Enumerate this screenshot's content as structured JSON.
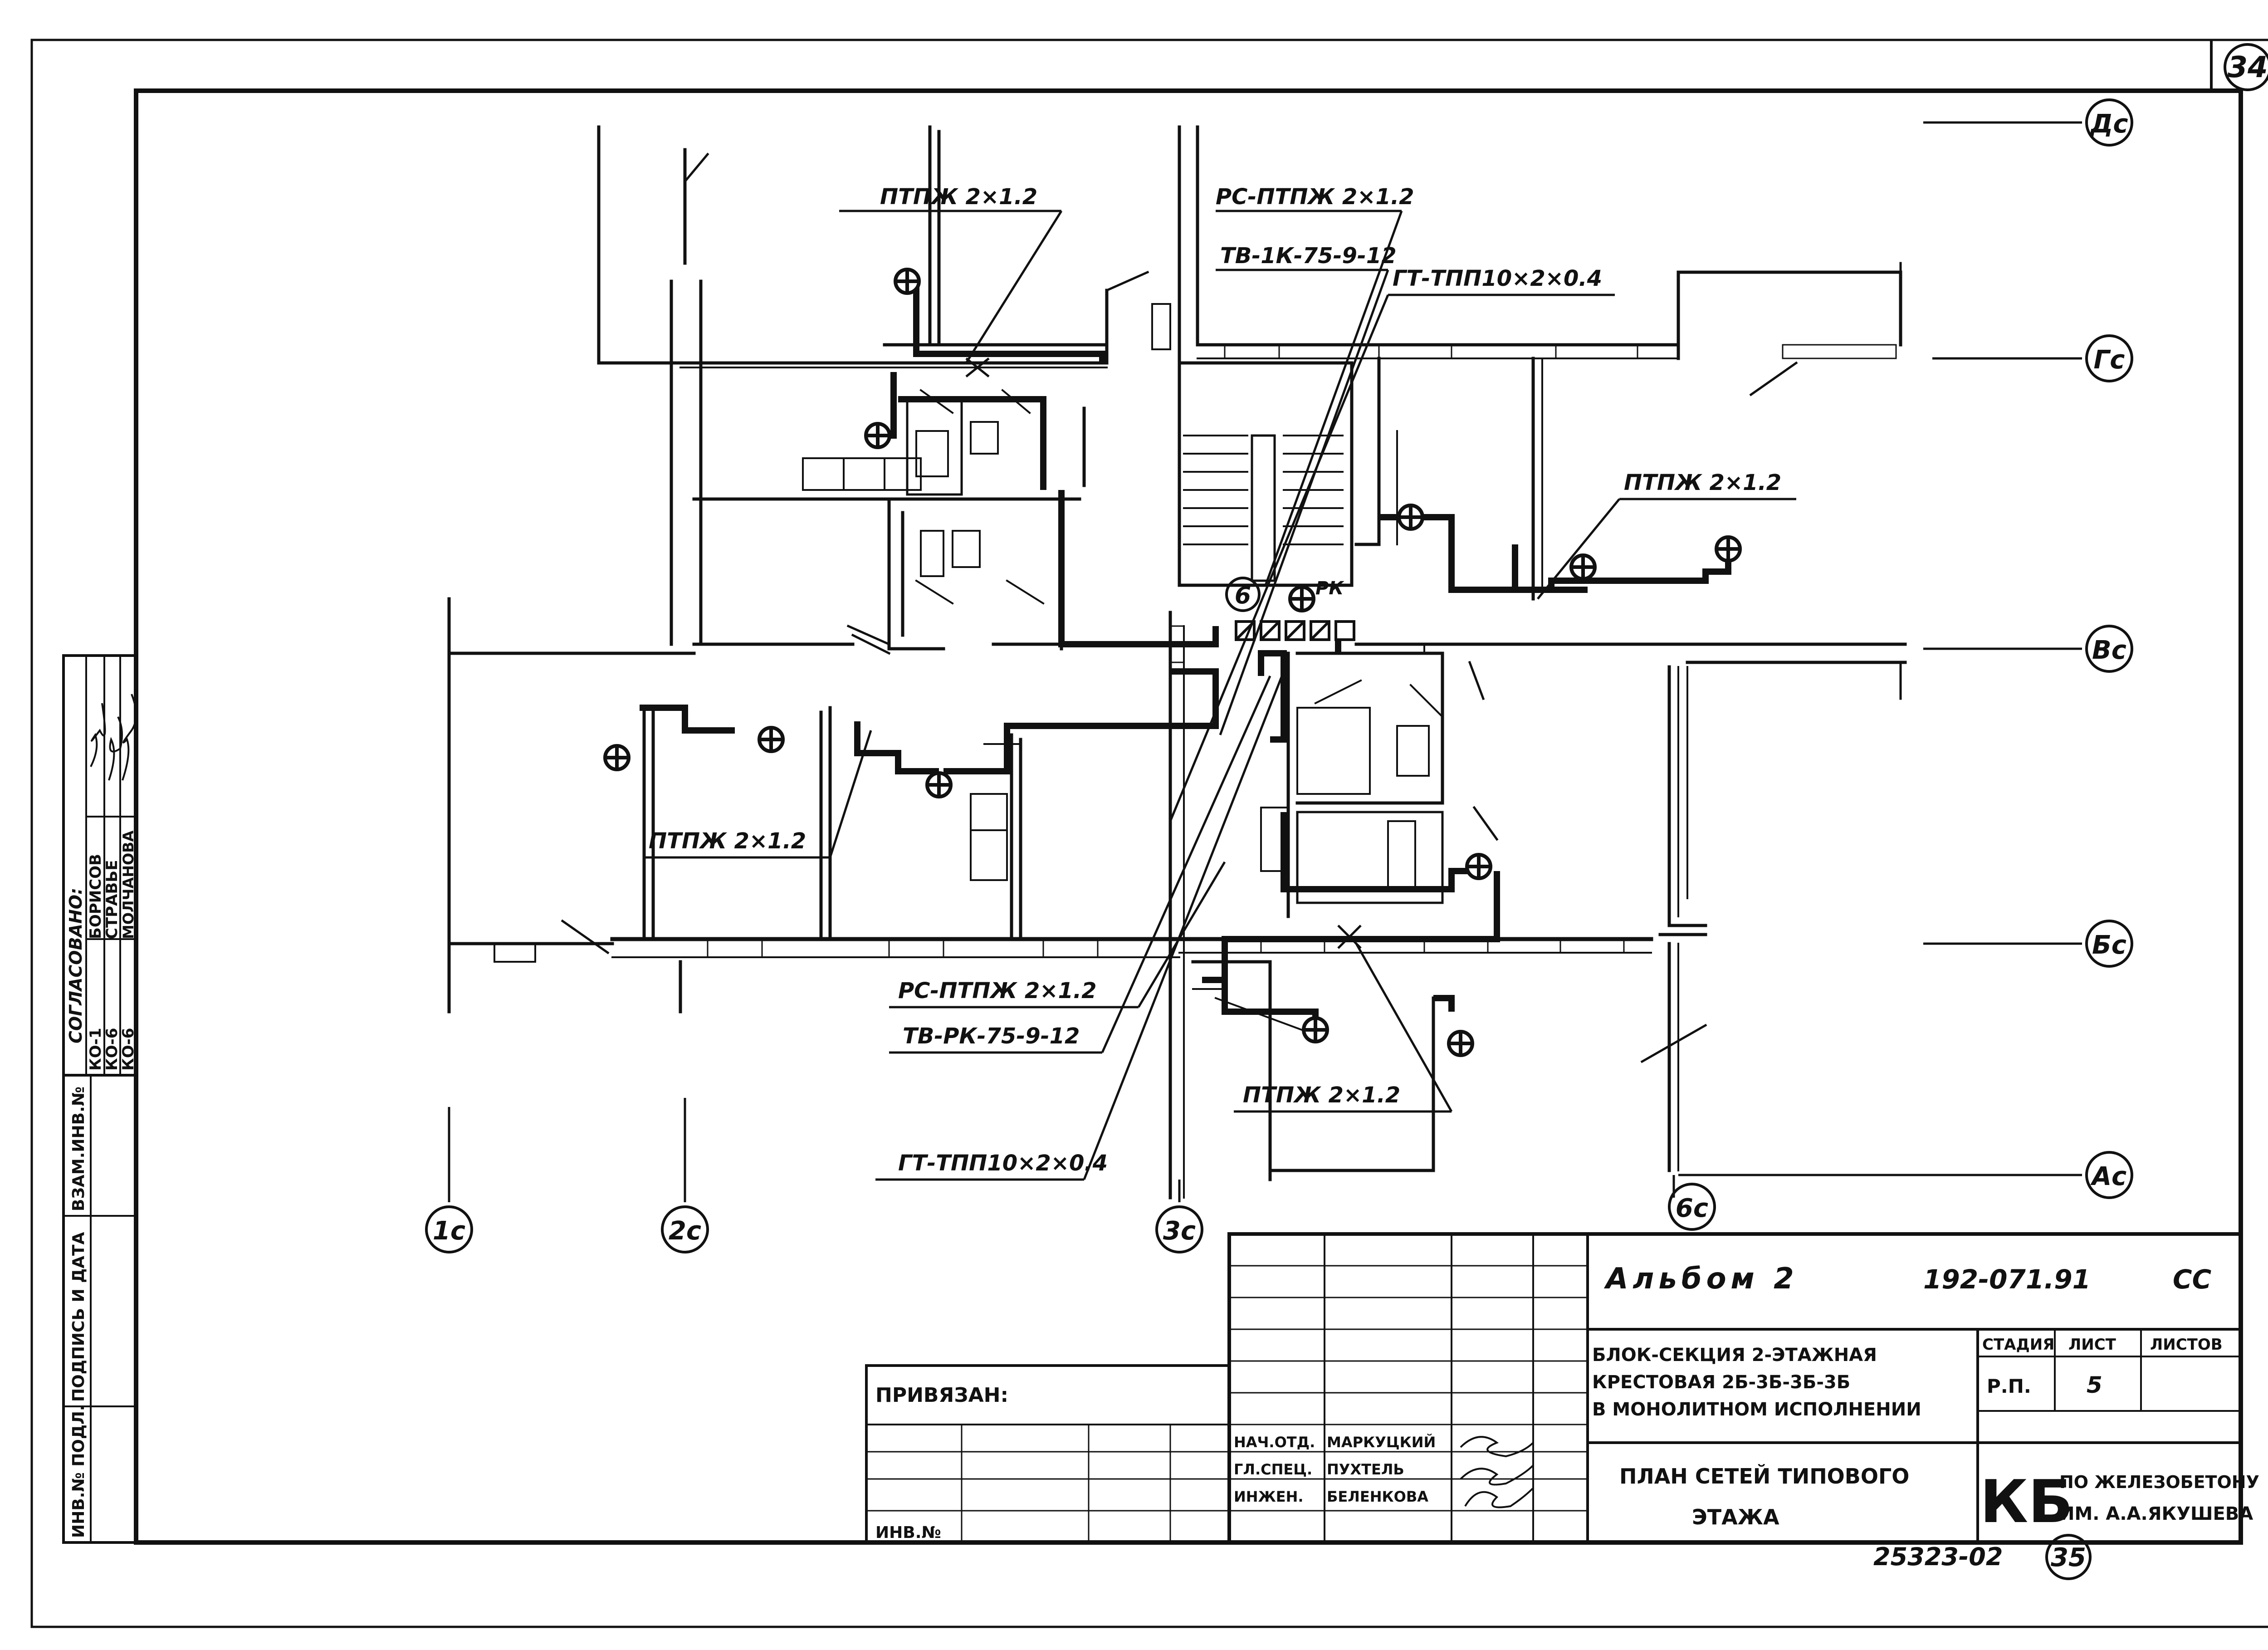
{
  "sheet_number_top": "34",
  "sheet_number_bottom": "35",
  "archive_number": "25323-02",
  "axes": {
    "ds": "Дс",
    "gs": "Гс",
    "vs": "Вс",
    "bs": "Бс",
    "as": "Ас",
    "c1": "1с",
    "c2": "2с",
    "c3": "3с",
    "c6": "6с"
  },
  "cable_labels": {
    "l1": "ПТПЖ 2×1.2",
    "l2": "РС-ПТПЖ 2×1.2",
    "l3": "ТВ-1К-75-9-12",
    "l4": "ГТ-ТПП10×2×0.4",
    "l5": "ПТПЖ 2×1.2",
    "l6": "ПТПЖ 2×1.2",
    "l7": "РС-ПТПЖ 2×1.2",
    "l8": "ТВ-РК-75-9-12",
    "l9": "ПТПЖ 2×1.2",
    "l10": "ГТ-ТПП10×2×0.4",
    "rk": "РК",
    "six": "6"
  },
  "approval": {
    "title": "СОГЛАСОВАНО:",
    "rows": [
      {
        "code": "КО-1",
        "name": "БОРИСОВ"
      },
      {
        "code": "КО-6",
        "name": "СТРАВЬЕ"
      },
      {
        "code": "КО-6",
        "name": "МОЛЧАНОВА"
      }
    ]
  },
  "side_stamp": {
    "inv_podl": "ИНВ.№ ПОДЛ.",
    "signature_date": "ПОДПИСЬ И ДАТА",
    "vzam_inv": "ВЗАМ.ИНВ.№"
  },
  "title_block": {
    "album": "Альбом 2",
    "code": "192-071.91",
    "suffix": "СС",
    "privyazan": "ПРИВЯЗАН:",
    "inv_no": "ИНВ.№",
    "description_1": "БЛОК-СЕКЦИЯ 2-ЭТАЖНАЯ",
    "description_2": "КРЕСТОВАЯ 2Б-3Б-3Б-3Б",
    "description_3": "В МОНОЛИТНОМ ИСПОЛНЕНИИ",
    "sheet_title_1": "ПЛАН СЕТЕЙ ТИПОВОГО",
    "sheet_title_2": "ЭТАЖА",
    "stage_header": "СТАДИЯ",
    "sheet_header": "ЛИСТ",
    "sheets_header": "ЛИСТОВ",
    "stage_value": "Р.П.",
    "sheet_value": "5",
    "sheets_value": "",
    "org_logo": "КБ",
    "org_1": "ПО ЖЕЛЕЗОБЕТОНУ",
    "org_2": "ИМ. А.А.ЯКУШЕВА",
    "staff": [
      {
        "role": "НАЧ.ОТД.",
        "name": "МАРКУЦКИЙ"
      },
      {
        "role": "ГЛ.СПЕЦ.",
        "name": "ПУХТЕЛЬ"
      },
      {
        "role": "ИНЖЕН.",
        "name": "БЕЛЕНКОВА"
      }
    ]
  }
}
